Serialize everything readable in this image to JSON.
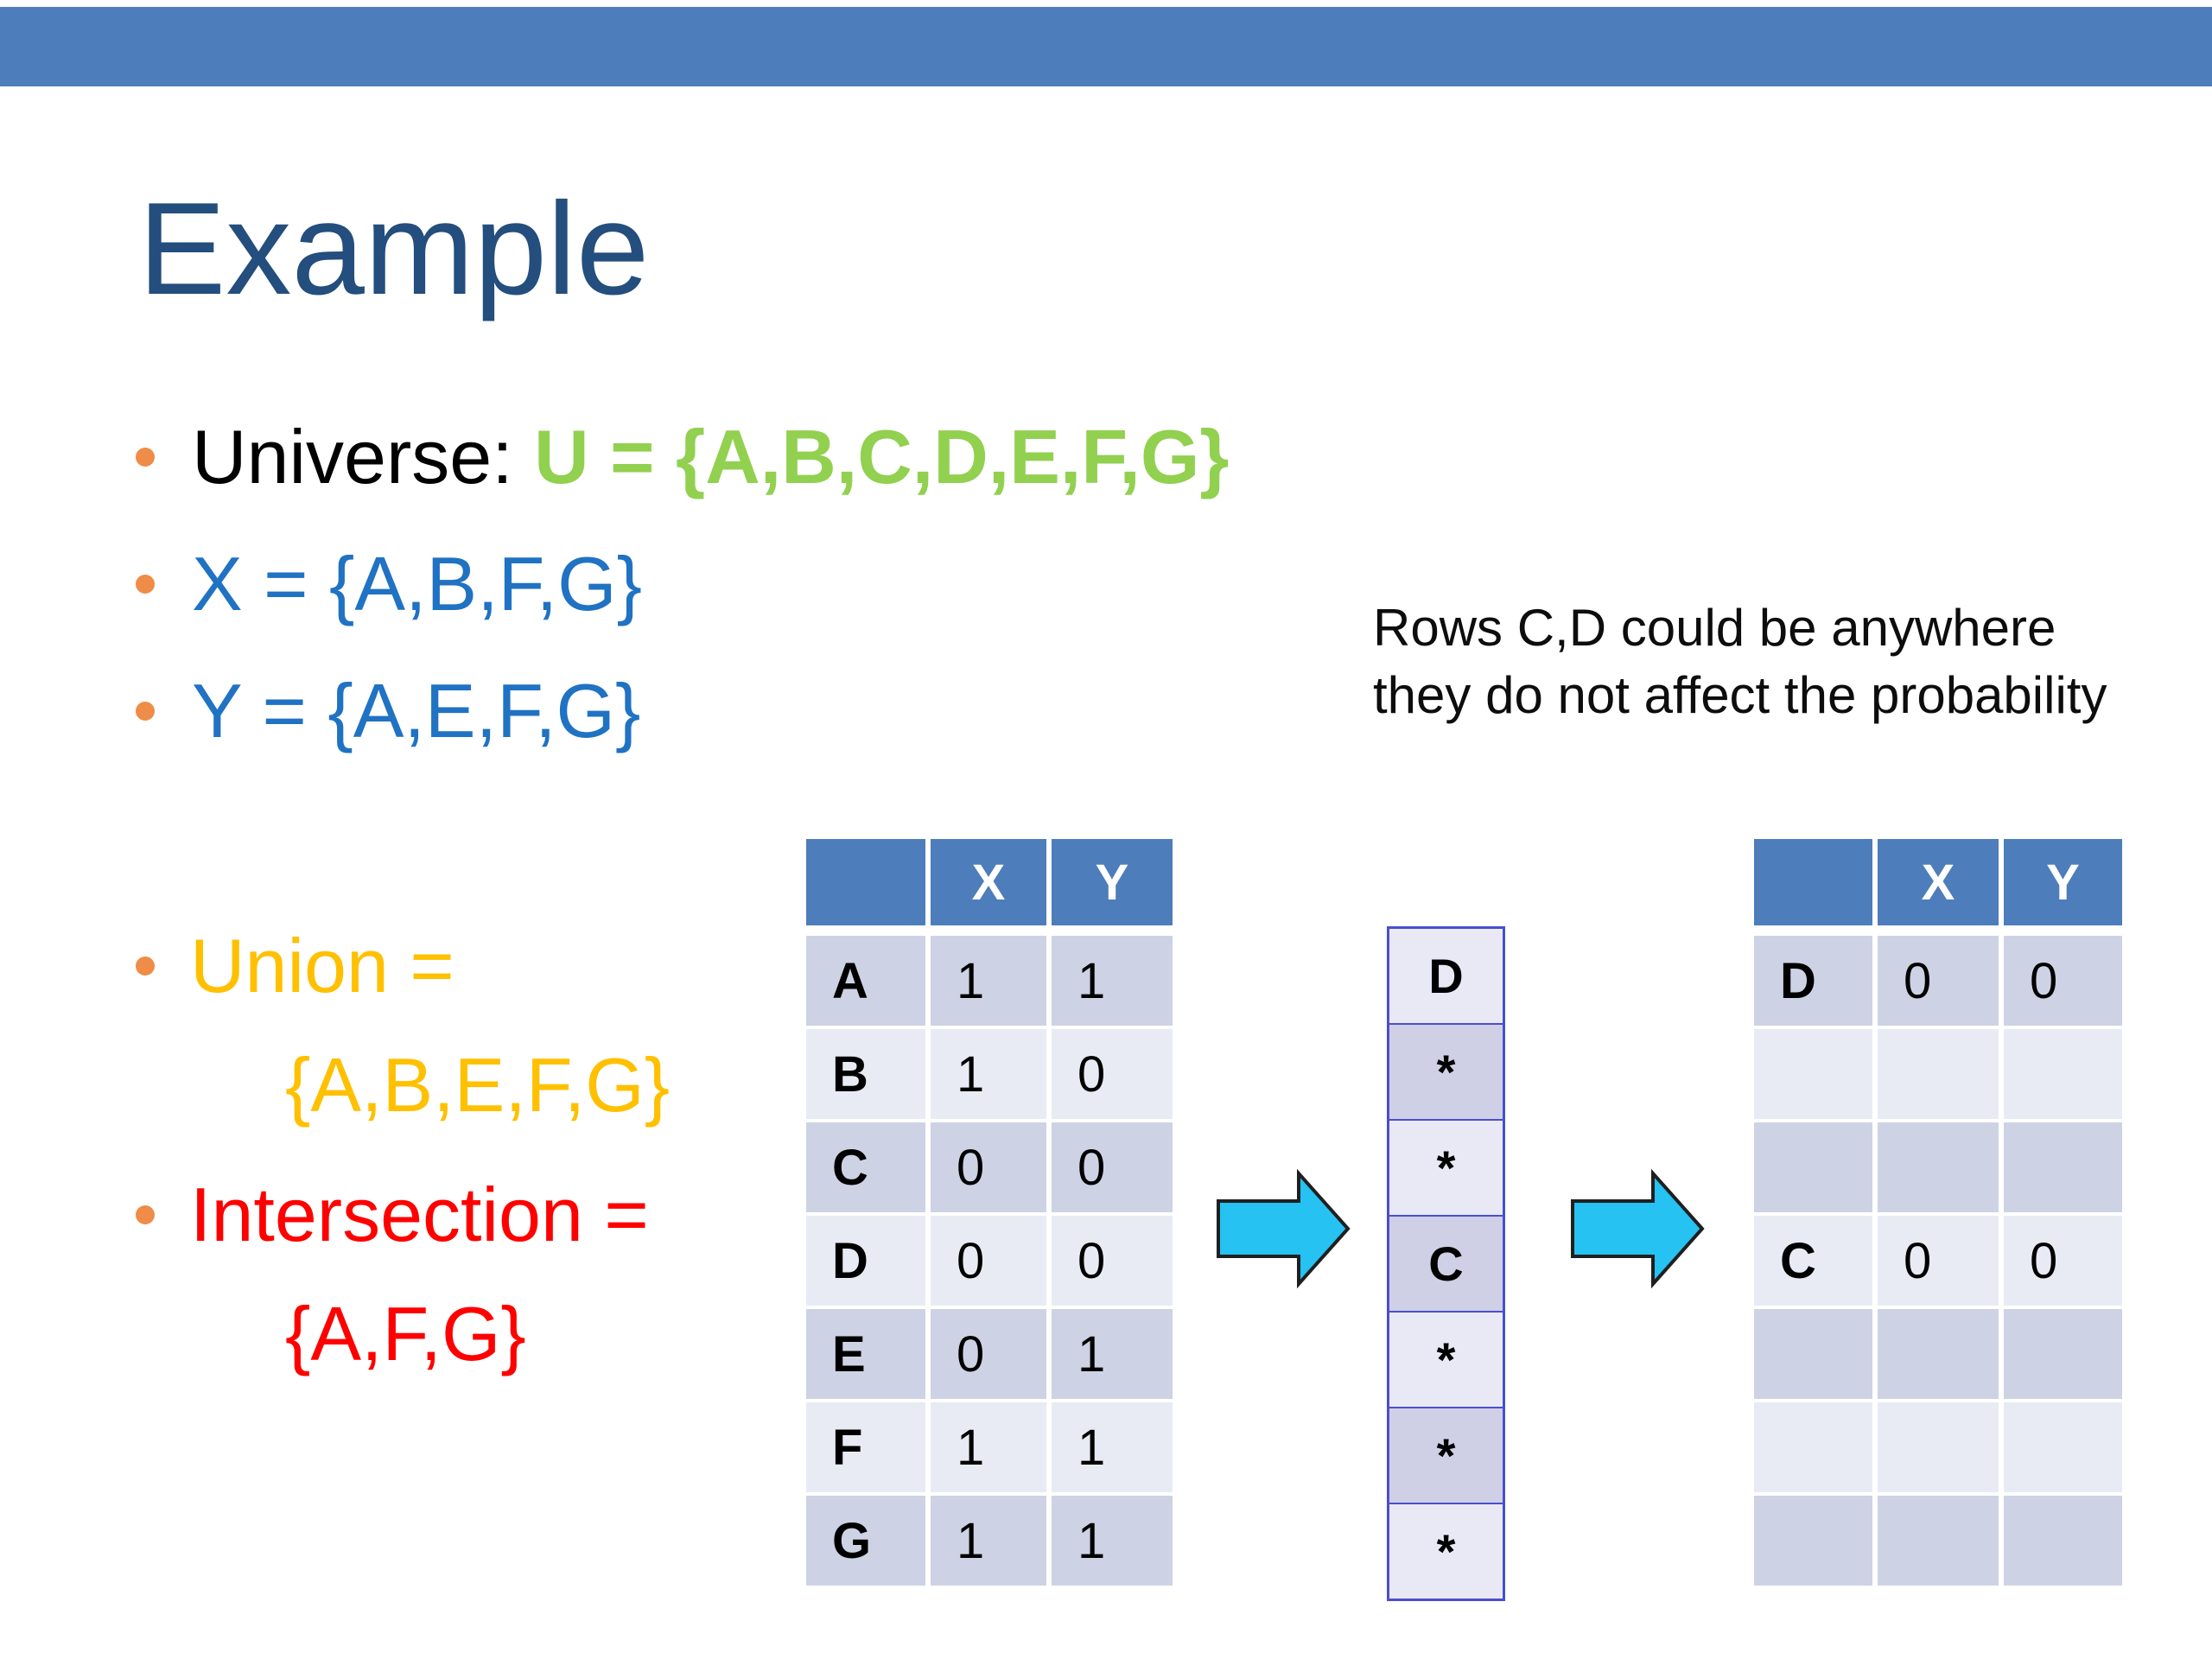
{
  "slide": {
    "title": "Example",
    "bullets": {
      "universe_prefix": "Universe: ",
      "universe_set": "U = {A,B,C,D,E,F,G}",
      "x_set": "X = {A,B,F,G}",
      "y_set": "Y = {A,E,F,G}",
      "union_label": "Union =",
      "union_value": "{A,B,E,F,G}",
      "intersection_label": "Intersection =",
      "intersection_value": "{A,F,G}"
    },
    "annotation": {
      "line1": "Rows C,D could be anywhere",
      "line2": "they do not affect the probability"
    }
  },
  "tables": {
    "left": {
      "headers": [
        "",
        "X",
        "Y"
      ],
      "rows": [
        {
          "label": "A",
          "x": "1",
          "y": "1"
        },
        {
          "label": "B",
          "x": "1",
          "y": "0"
        },
        {
          "label": "C",
          "x": "0",
          "y": "0"
        },
        {
          "label": "D",
          "x": "0",
          "y": "0"
        },
        {
          "label": "E",
          "x": "0",
          "y": "1"
        },
        {
          "label": "F",
          "x": "1",
          "y": "1"
        },
        {
          "label": "G",
          "x": "1",
          "y": "1"
        }
      ]
    },
    "middle": {
      "cells": [
        "D",
        "*",
        "*",
        "C",
        "*",
        "*",
        "*"
      ]
    },
    "right": {
      "headers": [
        "",
        "X",
        "Y"
      ],
      "rows": [
        {
          "label": "D",
          "x": "0",
          "y": "0"
        },
        {
          "label": "",
          "x": "",
          "y": ""
        },
        {
          "label": "",
          "x": "",
          "y": ""
        },
        {
          "label": "C",
          "x": "0",
          "y": "0"
        },
        {
          "label": "",
          "x": "",
          "y": ""
        },
        {
          "label": "",
          "x": "",
          "y": ""
        },
        {
          "label": "",
          "x": "",
          "y": ""
        }
      ]
    }
  },
  "colors": {
    "accent_bar": "#4d7dba",
    "title_navy": "#234e7d",
    "universe_green": "#92d050",
    "set_blue": "#2072c3",
    "union_yellow": "#ffc000",
    "intersection_red": "#ff0000",
    "bullet_orange": "#ee8c48",
    "table_header_blue": "#4d7dba",
    "row_dark": "#cdd3e4",
    "row_light": "#e9ebf4",
    "mid_cell_light": "#e9e9f6",
    "mid_cell_dark": "#cfcfe6",
    "mid_border": "#4a4ecf",
    "arrow_cyan": "#25c2f2"
  }
}
